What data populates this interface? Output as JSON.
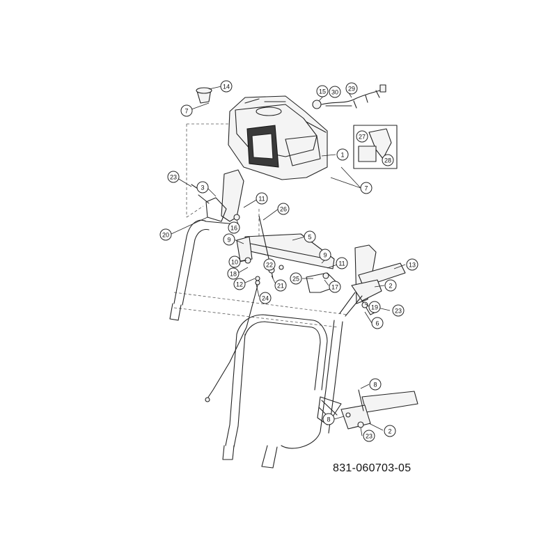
{
  "drawing_number": "831-060703-05",
  "highlight_color": "#f5e04a",
  "callouts": [
    {
      "label": "14"
    },
    {
      "label": "15"
    },
    {
      "label": "30"
    },
    {
      "label": "29"
    },
    {
      "label": "7"
    },
    {
      "label": "1"
    },
    {
      "label": "7"
    },
    {
      "label": "27"
    },
    {
      "label": "28"
    },
    {
      "label": "23"
    },
    {
      "label": "3"
    },
    {
      "label": "11"
    },
    {
      "label": "26"
    },
    {
      "label": "16"
    },
    {
      "label": "20"
    },
    {
      "label": "9"
    },
    {
      "label": "5"
    },
    {
      "label": "9"
    },
    {
      "label": "10"
    },
    {
      "label": "11"
    },
    {
      "label": "18"
    },
    {
      "label": "22"
    },
    {
      "label": "13"
    },
    {
      "label": "12"
    },
    {
      "label": "21"
    },
    {
      "label": "25"
    },
    {
      "label": "17"
    },
    {
      "label": "2"
    },
    {
      "label": "19"
    },
    {
      "label": "23"
    },
    {
      "label": "24"
    },
    {
      "label": "6"
    },
    {
      "label": "8"
    },
    {
      "label": "8"
    },
    {
      "label": "2"
    },
    {
      "label": "23"
    }
  ]
}
